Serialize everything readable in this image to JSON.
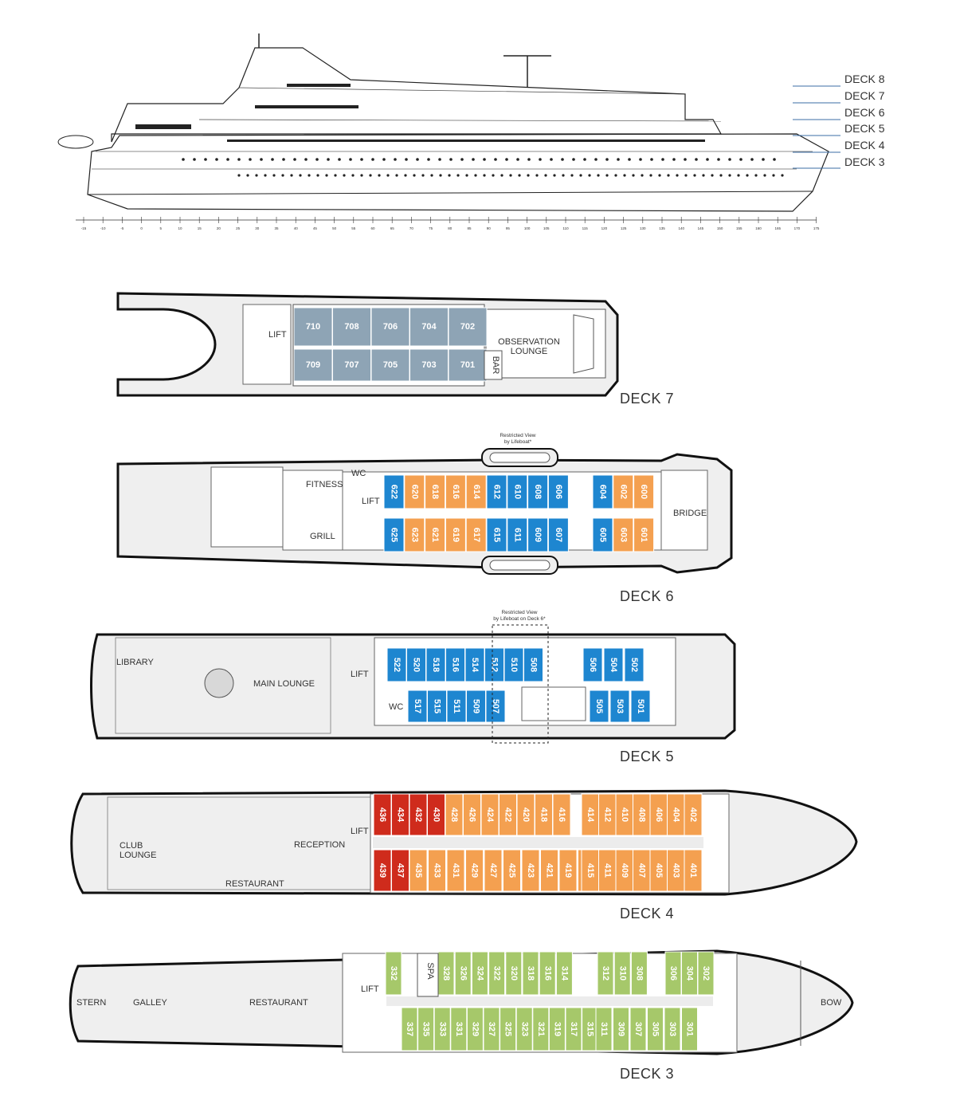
{
  "colors": {
    "steel": "#8ea4b5",
    "blue": "#1e86d0",
    "orange": "#f4a050",
    "red": "#cf2b1c",
    "green": "#a6c86a",
    "hull_fill": "#efefef",
    "outline": "#111111"
  },
  "profile": {
    "deck_labels": [
      "DECK 8",
      "DECK 7",
      "DECK 6",
      "DECK 5",
      "DECK 4",
      "DECK 3"
    ],
    "frame_numbers": [
      "-15",
      "-10",
      "-5",
      "0",
      "5",
      "10",
      "15",
      "20",
      "25",
      "30",
      "35",
      "40",
      "45",
      "50",
      "55",
      "60",
      "65",
      "70",
      "75",
      "80",
      "85",
      "90",
      "95",
      "100",
      "105",
      "110",
      "115",
      "120",
      "125",
      "130",
      "135",
      "140",
      "145",
      "150",
      "155",
      "160",
      "165",
      "170",
      "175"
    ]
  },
  "deck7": {
    "name": "DECK 7",
    "lift": "LIFT",
    "observation": [
      "OBSERVATION",
      "LOUNGE"
    ],
    "bar": "BAR",
    "top_cabins": [
      "710",
      "708",
      "706",
      "704",
      "702"
    ],
    "bottom_cabins": [
      "709",
      "707",
      "705",
      "703",
      "701"
    ]
  },
  "deck6": {
    "name": "DECK 6",
    "note": [
      "Restricted View",
      "by Lifeboat*"
    ],
    "fitness": "FITNESS",
    "wc": "WC",
    "lift": "LIFT",
    "grill": "GRILL",
    "bridge": "BRIDGE",
    "top_cabins": [
      {
        "n": "622",
        "c": "blue"
      },
      {
        "n": "620",
        "c": "orange"
      },
      {
        "n": "618",
        "c": "orange"
      },
      {
        "n": "616",
        "c": "orange"
      },
      {
        "n": "614",
        "c": "orange"
      },
      {
        "n": "612",
        "c": "blue"
      },
      {
        "n": "610",
        "c": "blue"
      },
      {
        "n": "608",
        "c": "blue"
      },
      {
        "n": "606",
        "c": "blue"
      },
      {
        "n": "604",
        "c": "blue"
      },
      {
        "n": "602",
        "c": "orange"
      },
      {
        "n": "600",
        "c": "orange"
      }
    ],
    "bottom_cabins": [
      {
        "n": "625",
        "c": "blue"
      },
      {
        "n": "623",
        "c": "orange"
      },
      {
        "n": "621",
        "c": "orange"
      },
      {
        "n": "619",
        "c": "orange"
      },
      {
        "n": "617",
        "c": "orange"
      },
      {
        "n": "615",
        "c": "blue"
      },
      {
        "n": "611",
        "c": "blue"
      },
      {
        "n": "609",
        "c": "blue"
      },
      {
        "n": "607",
        "c": "blue"
      },
      {
        "n": "605",
        "c": "blue"
      },
      {
        "n": "603",
        "c": "orange"
      },
      {
        "n": "601",
        "c": "orange"
      }
    ]
  },
  "deck5": {
    "name": "DECK 5",
    "note": [
      "Restricted View",
      "by Lifeboat on Deck 6*"
    ],
    "library": "LIBRARY",
    "main_lounge": "MAIN LOUNGE",
    "lift": "LIFT",
    "wc": "WC",
    "top_cabins": [
      "522",
      "520",
      "518",
      "516",
      "514",
      "512",
      "510",
      "508",
      "506",
      "504",
      "502"
    ],
    "bottom_cabins": [
      "517",
      "515",
      "511",
      "509",
      "507",
      "505",
      "503",
      "501"
    ]
  },
  "deck4": {
    "name": "DECK 4",
    "club_lounge": [
      "CLUB",
      "LOUNGE"
    ],
    "reception": "RECEPTION",
    "restaurant": "RESTAURANT",
    "lift": "LIFT",
    "top_cabins": [
      {
        "n": "436",
        "c": "red"
      },
      {
        "n": "434",
        "c": "red"
      },
      {
        "n": "432",
        "c": "red"
      },
      {
        "n": "430",
        "c": "red"
      },
      {
        "n": "428",
        "c": "orange"
      },
      {
        "n": "426",
        "c": "orange"
      },
      {
        "n": "424",
        "c": "orange"
      },
      {
        "n": "422",
        "c": "orange"
      },
      {
        "n": "420",
        "c": "orange"
      },
      {
        "n": "418",
        "c": "orange"
      },
      {
        "n": "416",
        "c": "orange"
      },
      {
        "n": "414",
        "c": "orange"
      },
      {
        "n": "412",
        "c": "orange"
      },
      {
        "n": "410",
        "c": "orange"
      },
      {
        "n": "408",
        "c": "orange"
      },
      {
        "n": "406",
        "c": "orange"
      },
      {
        "n": "404",
        "c": "orange"
      },
      {
        "n": "402",
        "c": "orange"
      }
    ],
    "bottom_cabins": [
      {
        "n": "439",
        "c": "red"
      },
      {
        "n": "437",
        "c": "red"
      },
      {
        "n": "435",
        "c": "orange"
      },
      {
        "n": "433",
        "c": "orange"
      },
      {
        "n": "431",
        "c": "orange"
      },
      {
        "n": "429",
        "c": "orange"
      },
      {
        "n": "427",
        "c": "orange"
      },
      {
        "n": "425",
        "c": "orange"
      },
      {
        "n": "423",
        "c": "orange"
      },
      {
        "n": "421",
        "c": "orange"
      },
      {
        "n": "419",
        "c": "orange"
      },
      {
        "n": "417",
        "c": "orange"
      },
      {
        "n": "415",
        "c": "orange"
      },
      {
        "n": "411",
        "c": "orange"
      },
      {
        "n": "409",
        "c": "orange"
      },
      {
        "n": "407",
        "c": "orange"
      },
      {
        "n": "405",
        "c": "orange"
      },
      {
        "n": "403",
        "c": "orange"
      },
      {
        "n": "401",
        "c": "orange"
      }
    ]
  },
  "deck3": {
    "name": "DECK 3",
    "stern": "STERN",
    "galley": "GALLEY",
    "restaurant": "RESTAURANT",
    "lift": "LIFT",
    "spa": "SPA",
    "bow": "BOW",
    "top_cabins": [
      "332",
      "328",
      "326",
      "324",
      "322",
      "320",
      "318",
      "316",
      "314",
      "312",
      "310",
      "308",
      "306",
      "304",
      "302"
    ],
    "bottom_cabins": [
      "337",
      "335",
      "333",
      "331",
      "329",
      "327",
      "325",
      "323",
      "321",
      "319",
      "317",
      "315",
      "311",
      "309",
      "307",
      "305",
      "303",
      "301"
    ]
  }
}
